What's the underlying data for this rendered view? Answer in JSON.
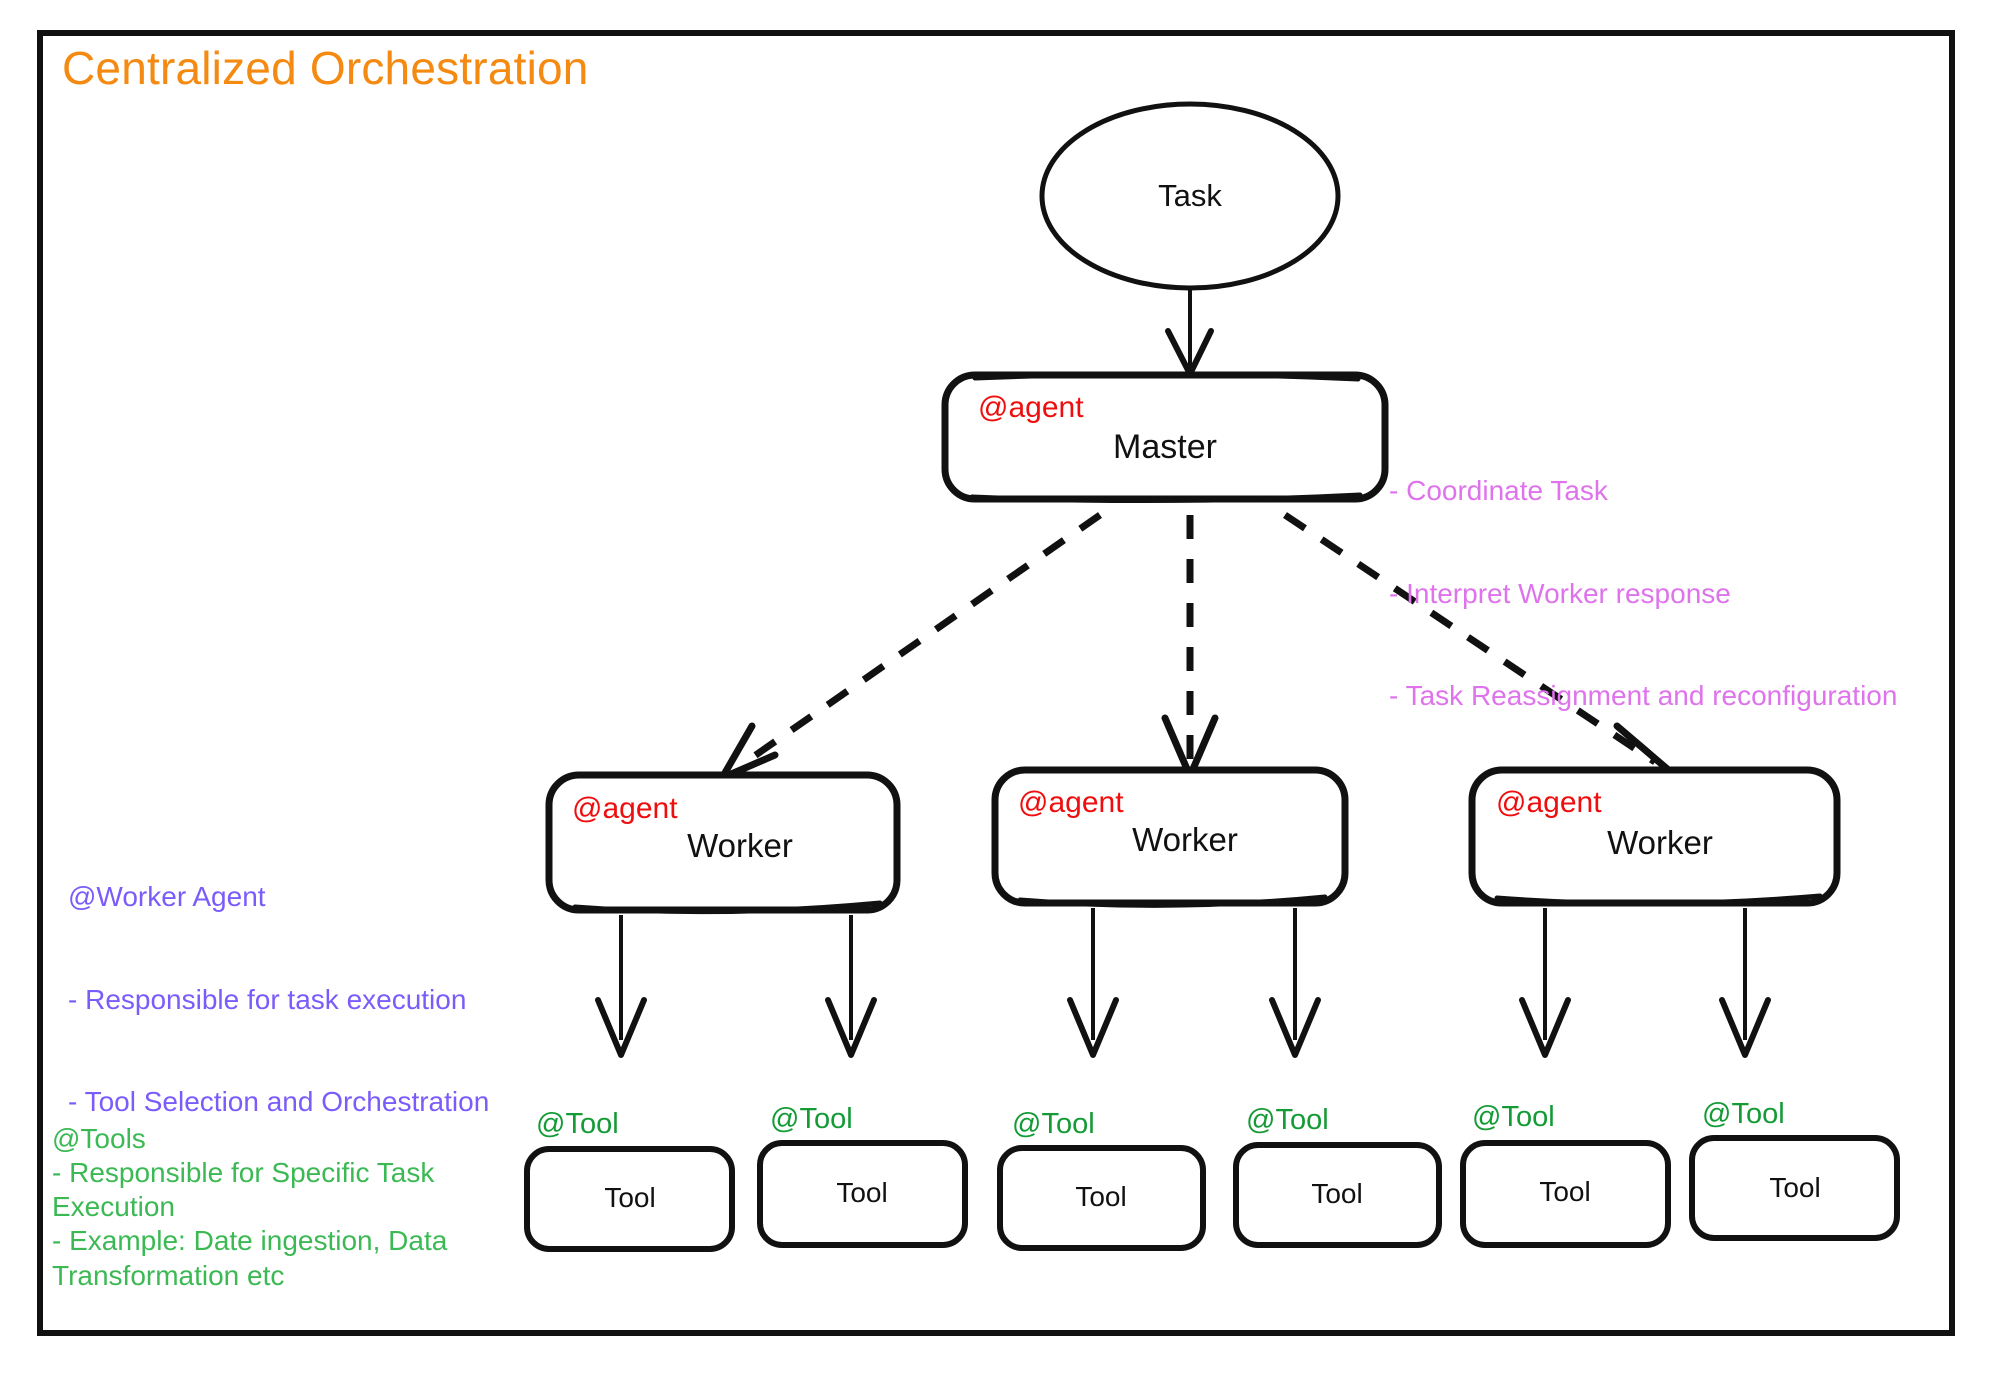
{
  "frame": {
    "title": "Centralized Orchestration",
    "title_color": "#F58A12",
    "border_color": "#111111"
  },
  "colors": {
    "agent_tag": "#EE0E0E",
    "tool_tag": "#149B36",
    "master_note": "#DE73EC",
    "worker_note": "#7B5CFA",
    "tools_note": "#3CB954",
    "stroke": "#111111"
  },
  "nodes": {
    "task": {
      "label": "Task",
      "shape": "ellipse"
    },
    "master": {
      "tag": "@agent",
      "label": "Master",
      "shape": "rounded-rect"
    },
    "workers": [
      {
        "tag": "@agent",
        "label": "Worker"
      },
      {
        "tag": "@agent",
        "label": "Worker"
      },
      {
        "tag": "@agent",
        "label": "Worker"
      }
    ],
    "tools": [
      {
        "tag": "@Tool",
        "label": "Tool"
      },
      {
        "tag": "@Tool",
        "label": "Tool"
      },
      {
        "tag": "@Tool",
        "label": "Tool"
      },
      {
        "tag": "@Tool",
        "label": "Tool"
      },
      {
        "tag": "@Tool",
        "label": "Tool"
      },
      {
        "tag": "@Tool",
        "label": "Tool"
      }
    ]
  },
  "annotations": {
    "master": {
      "line1": "- Coordinate Task",
      "line2": "- Interpret Worker response",
      "line3": "- Task Reassignment and reconfiguration"
    },
    "worker": {
      "line1": "@Worker Agent",
      "line2": "- Responsible for task execution",
      "line3": "- Tool Selection and Orchestration"
    },
    "tools": {
      "line1": "@Tools",
      "line2": "- Responsible for Specific Task Execution",
      "line3": "- Example: Date ingestion, Data Transformation etc"
    }
  },
  "edges": {
    "task_to_master": {
      "style": "solid",
      "arrow": "open-v"
    },
    "master_to_workers": {
      "style": "dashed",
      "arrow": "open-v",
      "count": 3
    },
    "workers_to_tools": {
      "style": "solid",
      "arrow": "open-v",
      "count": 6
    }
  }
}
